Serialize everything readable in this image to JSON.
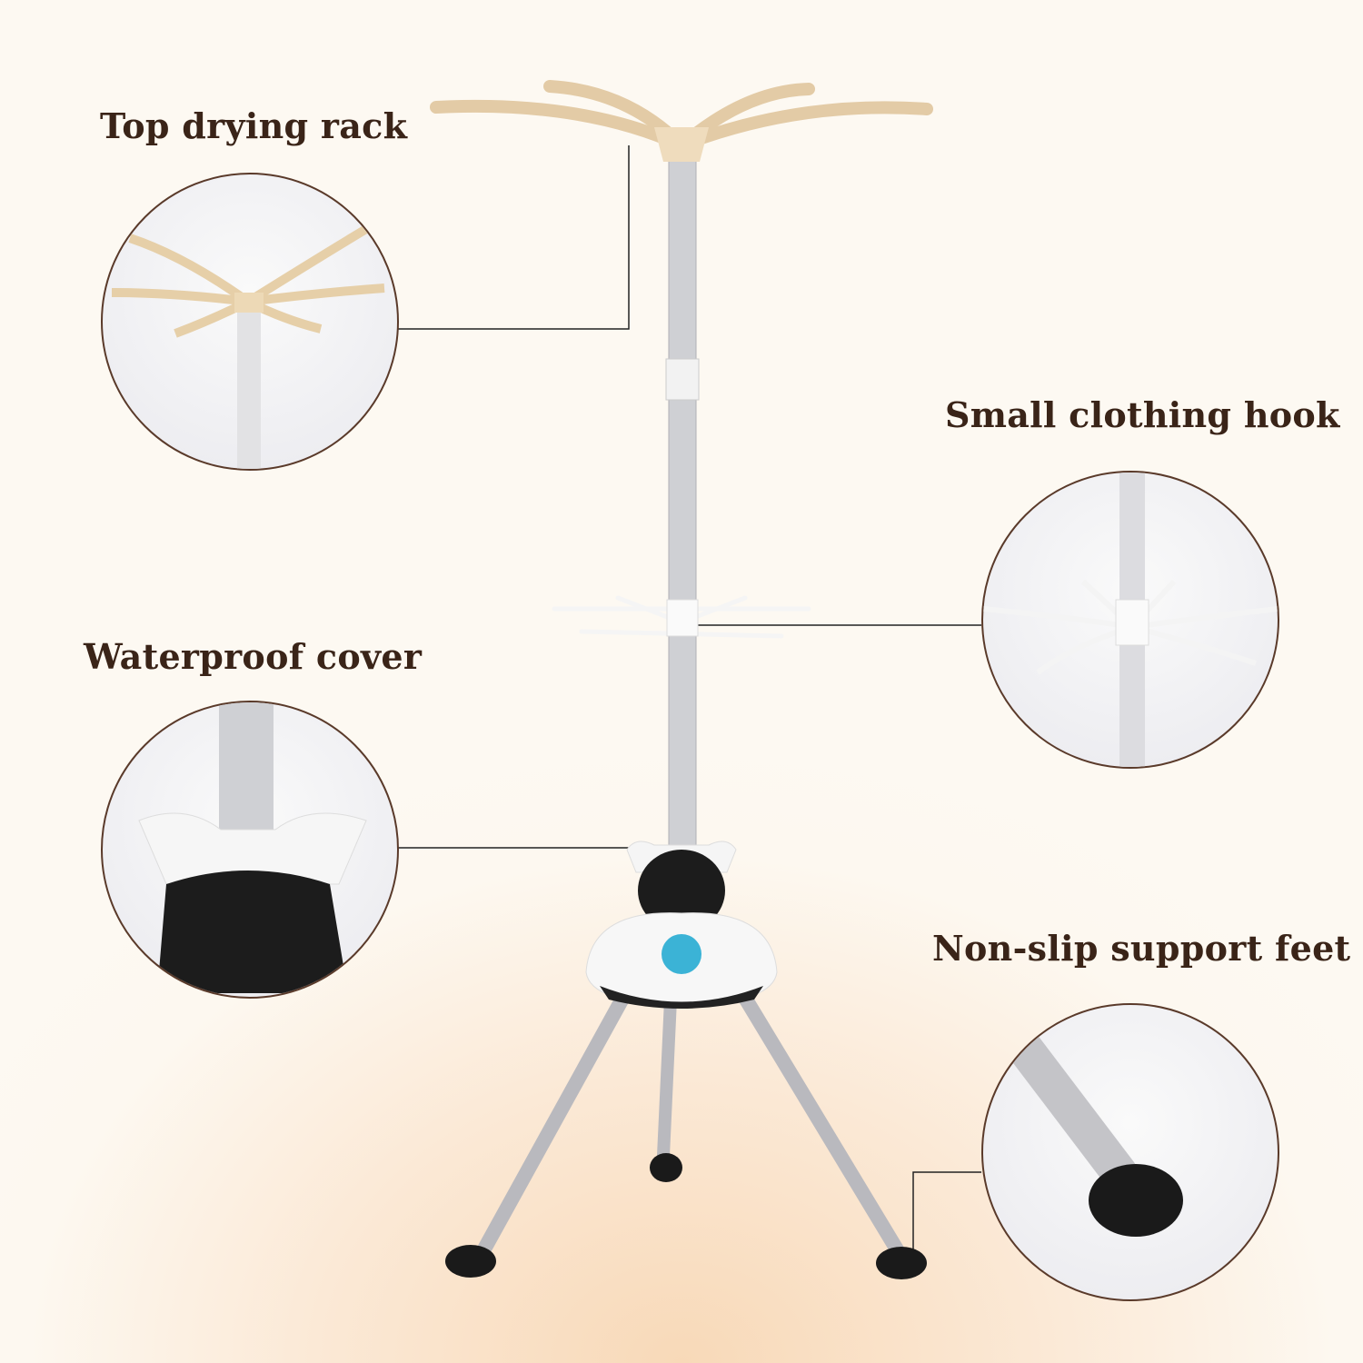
{
  "labels": {
    "top_rack": "Top drying rack",
    "clothing_hook": "Small clothing hook",
    "waterproof_cover": "Waterproof cover",
    "support_feet": "Non-slip support feet"
  },
  "colors": {
    "text": "#3a2418",
    "circle_border": "#5a3a2a",
    "rack": "#e8d2b0",
    "pole": "#c8c8cc",
    "dial_accent": "#3bb3d6"
  }
}
